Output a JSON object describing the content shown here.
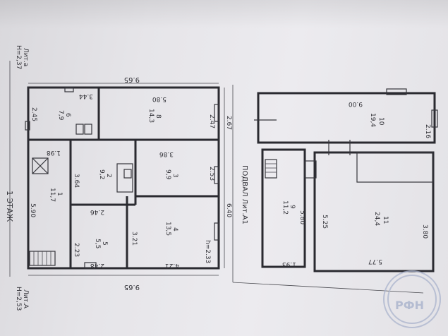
{
  "floor1": {
    "label": "1 ЭТАЖ",
    "lit_a_top": "Лит.а",
    "height_top": "Н=2,37",
    "lit_a_bottom": "Лит.А",
    "height_bottom": "Н=2,53",
    "overall_top": "9.65",
    "overall_bottom": "9.65",
    "overall_left": "6.40",
    "overall_right_top": "2.67"
  },
  "rooms": [
    {
      "num": "6",
      "area": "7,9"
    },
    {
      "num": "8",
      "area": "14,3"
    },
    {
      "num": "1",
      "area": "11,7"
    },
    {
      "num": "2",
      "area": "9,2"
    },
    {
      "num": "3",
      "area": "9,9"
    },
    {
      "num": "4",
      "area": "13,5"
    },
    {
      "num": "5",
      "area": "5,5"
    }
  ],
  "dims": {
    "d344": "3.44",
    "d580": "5.80",
    "d245": "2.45",
    "d247": "2.47",
    "d198": "1.98",
    "d386": "3.86",
    "d364": "3.64",
    "d253": "2.53",
    "d590": "5.90",
    "d246": "2.46",
    "d321": "3.21",
    "d223": "2.23",
    "d248": "2.48",
    "d421": "4.21",
    "d233": "h=2.33"
  },
  "basement": {
    "label": "ПОДВАЛ Лит.А1",
    "rooms": [
      {
        "num": "10",
        "area": "19,4"
      },
      {
        "num": "9",
        "area": "11,2"
      },
      {
        "num": "11",
        "area": "24,4"
      }
    ],
    "dims": {
      "d900": "9.00",
      "d216": "2.16",
      "d580": "5.80",
      "d525": "5.25",
      "d380": "3.80",
      "d193": "1.93",
      "d577": "5.77"
    }
  },
  "stamp": {
    "letters": "РФН"
  }
}
